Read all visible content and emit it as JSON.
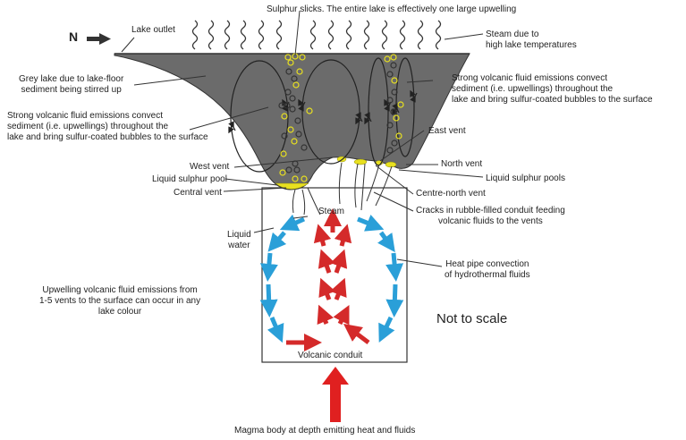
{
  "labels": {
    "north": "N",
    "lake_outlet": "Lake outlet",
    "sulphur_slicks": "Sulphur slicks. The entire lake is effectively one large upwelling",
    "steam_1": "Steam due to",
    "steam_2": "high lake temperatures",
    "grey_lake_1": "Grey lake due to lake-floor",
    "grey_lake_2": "sediment being stirred up",
    "left_convect_1": "Strong volcanic fluid emissions convect",
    "left_convect_2": "sediment (i.e. upwellings) throughout the",
    "left_convect_3": "lake and bring sulfur-coated bubbles to the surface",
    "right_convect_1": "Strong volcanic fluid emissions convect",
    "right_convect_2": "sediment (i.e. upwellings) throughout the",
    "right_convect_3": "lake and bring sulfur-coated bubbles to the surface",
    "east_vent": "East vent",
    "west_vent": "West vent",
    "north_vent": "North vent",
    "liquid_sulphur_pool": "Liquid sulphur pool",
    "liquid_sulphur_pools": "Liquid sulphur pools",
    "central_vent": "Central vent",
    "centre_north_vent": "Centre-north vent",
    "cracks_1": "Cracks in rubble-filled conduit feeding",
    "cracks_2": "volcanic fluids to the vents",
    "steam": "Steam",
    "liquid_water_1": "Liquid",
    "liquid_water_2": "water",
    "heat_pipe_1": "Heat pipe convection",
    "heat_pipe_2": "of hydrothermal fluids",
    "upwelling_1": "Upwelling volcanic fluid emissions from",
    "upwelling_2": "1-5 vents to the surface can occur in any",
    "upwelling_3": "lake colour",
    "not_to_scale": "Not to scale",
    "volcanic_conduit": "Volcanic conduit",
    "magma": "Magma body at depth emitting heat and fluids"
  },
  "colors": {
    "lake": "#6b6b6b",
    "sulphur": "#e8e020",
    "water_arrow": "#2a9fd8",
    "steam_arrow": "#d42a2a"
  }
}
